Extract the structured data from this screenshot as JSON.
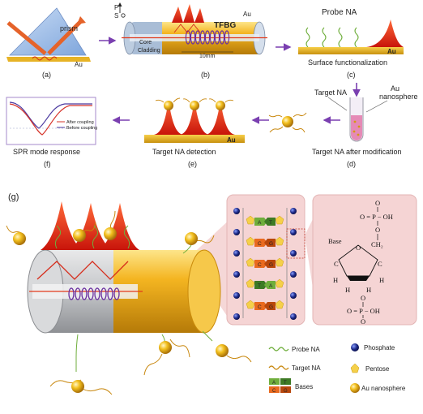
{
  "panel_a": {
    "label": "(a)",
    "prism": "prism",
    "metal": "Au"
  },
  "panel_b": {
    "label": "(b)",
    "pol_p": "P",
    "pol_s": "S",
    "tfbg": "TFBG",
    "core": "Core",
    "cladding": "Cladding",
    "length": "10mm",
    "metal": "Au"
  },
  "panel_c": {
    "label": "(c)",
    "title": "Probe NA",
    "metal": "Au",
    "caption": "Surface functionalization"
  },
  "panel_d": {
    "label": "(d)",
    "target": "Target NA",
    "nanosphere_line1": "Au",
    "nanosphere_line2": "nanosphere",
    "caption": "Target NA after modification"
  },
  "panel_e": {
    "label": "(e)",
    "metal": "Au",
    "caption": "Target NA detection"
  },
  "panel_f": {
    "label": "(f)",
    "caption": "SPR mode response",
    "legend_after": "After coupling",
    "legend_before": "Before coupling"
  },
  "panel_g": {
    "label": "(g)",
    "bases": [
      [
        "A",
        "T"
      ],
      [
        "C",
        "G"
      ],
      [
        "C",
        "G"
      ],
      [
        "T",
        "A"
      ],
      [
        "C",
        "G"
      ]
    ],
    "chem": {
      "o_top": "O",
      "p_top": "O = P − OH",
      "o_bottom_top": "O",
      "base": "Base",
      "ch2": "CH₂",
      "o_ring": "O",
      "c_left": "C",
      "c_right": "C",
      "h": "H",
      "o2": "O",
      "p_bottom": "O = P − OH",
      "o_last": "O"
    }
  },
  "legend": {
    "probe": "Probe NA",
    "target": "Target NA",
    "bases": "Bases",
    "phosphate": "Phosphate",
    "pentose": "Pentose",
    "nanosphere": "Au nanosphere",
    "base_letters": [
      "A",
      "T",
      "C",
      "G"
    ]
  },
  "colors": {
    "gold": "#f2b21c",
    "gold_dark": "#c98a0b",
    "red": "#e8321e",
    "blue": "#1f2b8a",
    "green": "#6fae3c",
    "pink": "#f5d4d4",
    "purple": "#6a2fa0"
  }
}
